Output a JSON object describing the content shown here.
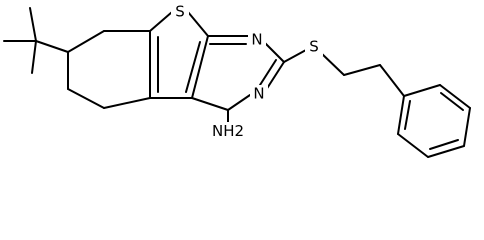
{
  "atoms": {
    "sulfur_ring": "S",
    "nitrogen_upper": "N",
    "nitrogen_lower": "N",
    "sulfur_thioether": "S",
    "amine": "NH2"
  }
}
